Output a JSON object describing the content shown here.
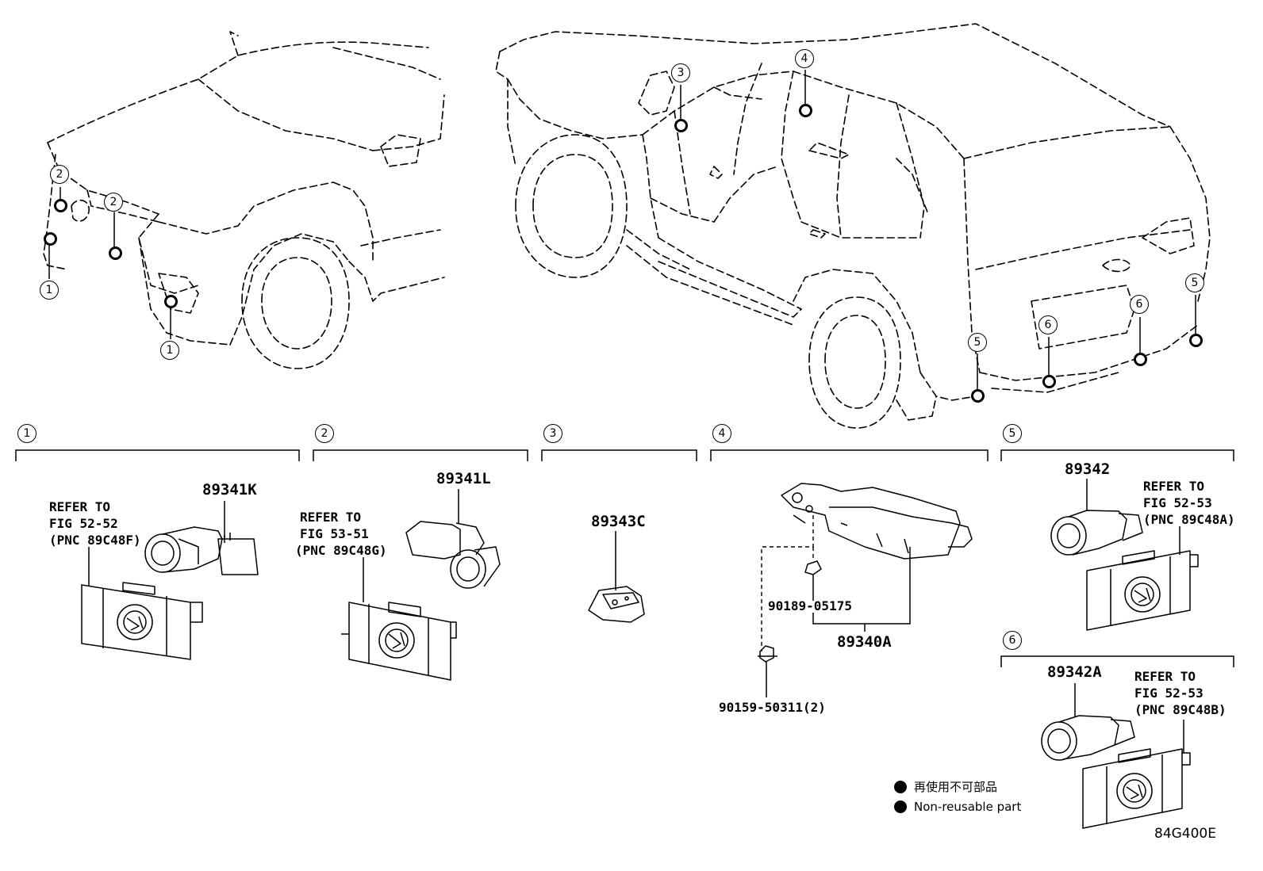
{
  "callouts": {
    "c1": "1",
    "c2": "2",
    "c3": "3",
    "c4": "4",
    "c5": "5",
    "c6": "6"
  },
  "sections": {
    "s1": {
      "part": "89341K",
      "refer": [
        "REFER TO",
        "FIG 52-52",
        "(PNC 89C48F)"
      ]
    },
    "s2": {
      "part": "89341L",
      "refer": [
        "REFER TO",
        "FIG 53-51",
        "(PNC 89C48G)"
      ]
    },
    "s3": {
      "part": "89343C"
    },
    "s4": {
      "bracket_part": "89340A",
      "clip_part": "90189-05175",
      "bolt_part": "90159-50311(2)"
    },
    "s5": {
      "part": "89342",
      "refer": [
        "REFER TO",
        "FIG 52-53",
        "(PNC 89C48A)"
      ]
    },
    "s6": {
      "part": "89342A",
      "refer": [
        "REFER TO",
        "FIG 52-53",
        "(PNC 89C48B)"
      ]
    }
  },
  "legend": {
    "jp": "再使用不可部品",
    "en": "Non-reusable part"
  },
  "reference_code": "84G400E"
}
